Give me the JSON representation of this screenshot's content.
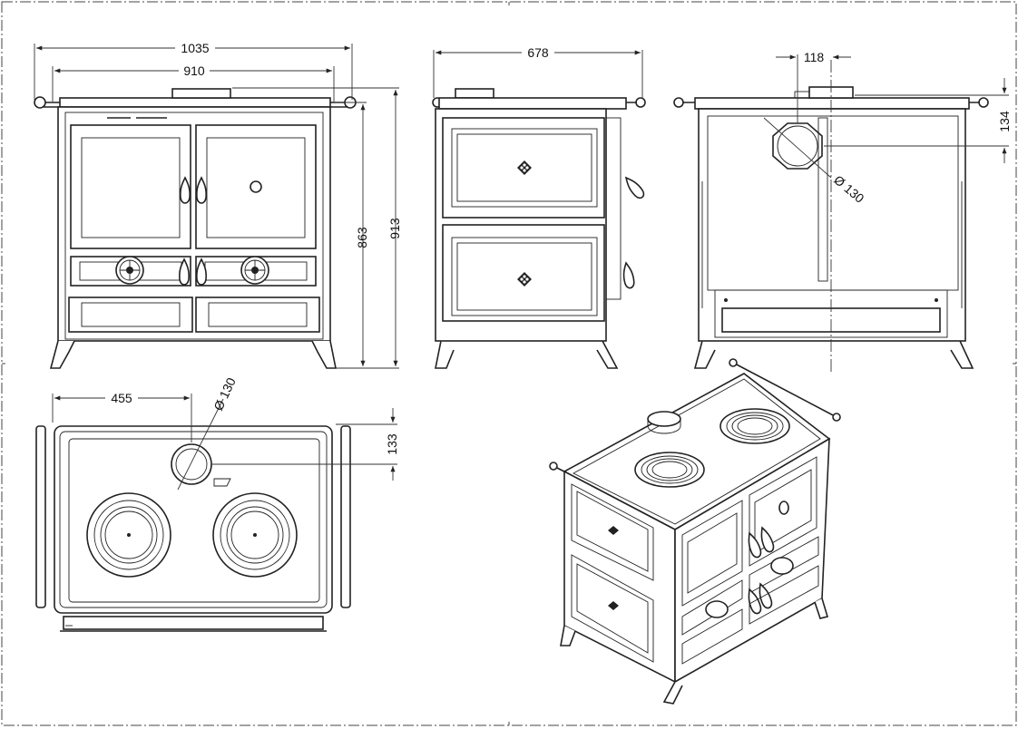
{
  "front_view": {
    "overall_width": "1035",
    "body_width": "910",
    "height_body": "863",
    "height_total": "913"
  },
  "side_view": {
    "depth": "678"
  },
  "back_view": {
    "flue_offset": "118",
    "flue_height": "134",
    "flue_diameter": "Ø 130"
  },
  "top_view": {
    "flue_offset": "455",
    "flue_depth": "133",
    "flue_diameter": "Ø 130"
  }
}
